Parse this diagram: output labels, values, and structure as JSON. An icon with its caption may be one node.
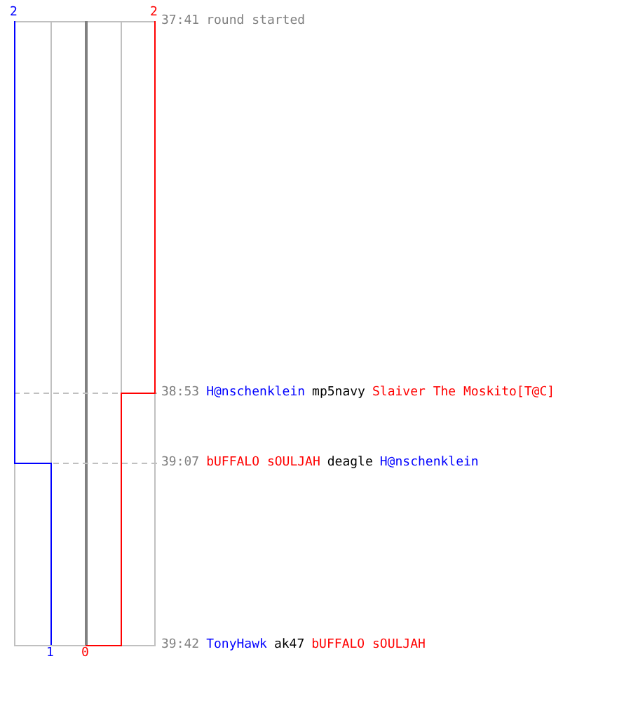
{
  "diagram": {
    "labels": [
      "2",
      "2",
      "37:41",
      "round started",
      "38:53",
      "H@nschenklein",
      "mp5navy",
      "Slaiver The Moskito[T@C]",
      "39:07",
      "bUFFALO sOULJAH",
      "deagle",
      "H@nschenklein",
      "39:42",
      "TonyHawk",
      "ak47",
      "bUFFALO sOULJAH",
      "1",
      "0"
    ]
  }
}
